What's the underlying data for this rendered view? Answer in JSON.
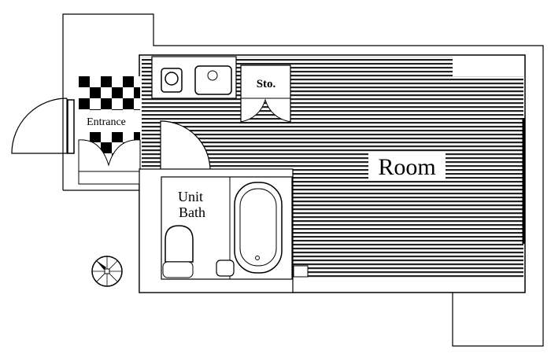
{
  "labels": {
    "entrance": "Entrance",
    "storage": "Sto.",
    "bath_line1": "Unit",
    "bath_line2": "Bath",
    "room": "Room"
  },
  "colors": {
    "line": "#000000",
    "background": "#ffffff"
  }
}
